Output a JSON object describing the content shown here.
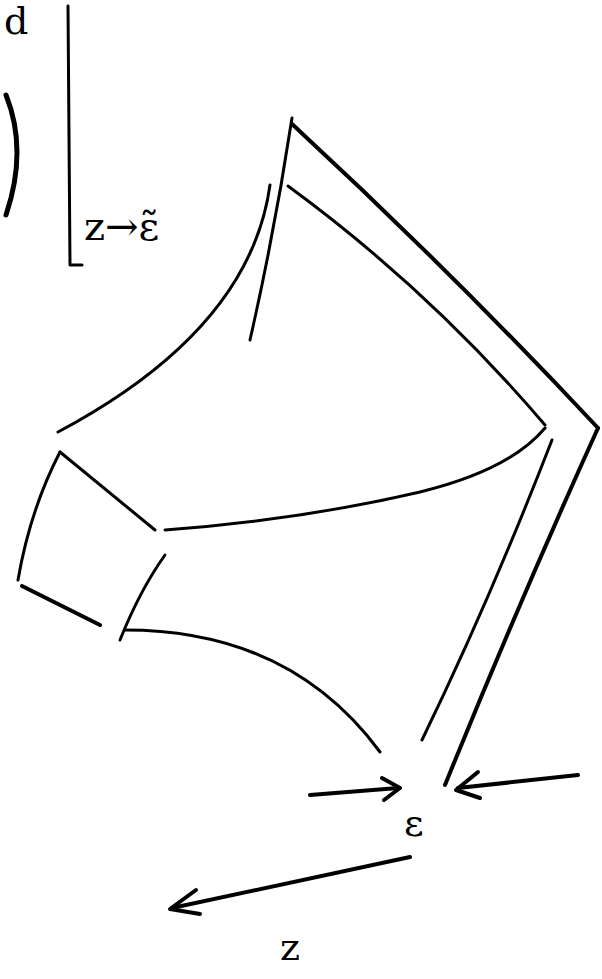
{
  "diagram": {
    "labels": [
      "d",
      "z→ε̃",
      "ε",
      "z"
    ]
  }
}
